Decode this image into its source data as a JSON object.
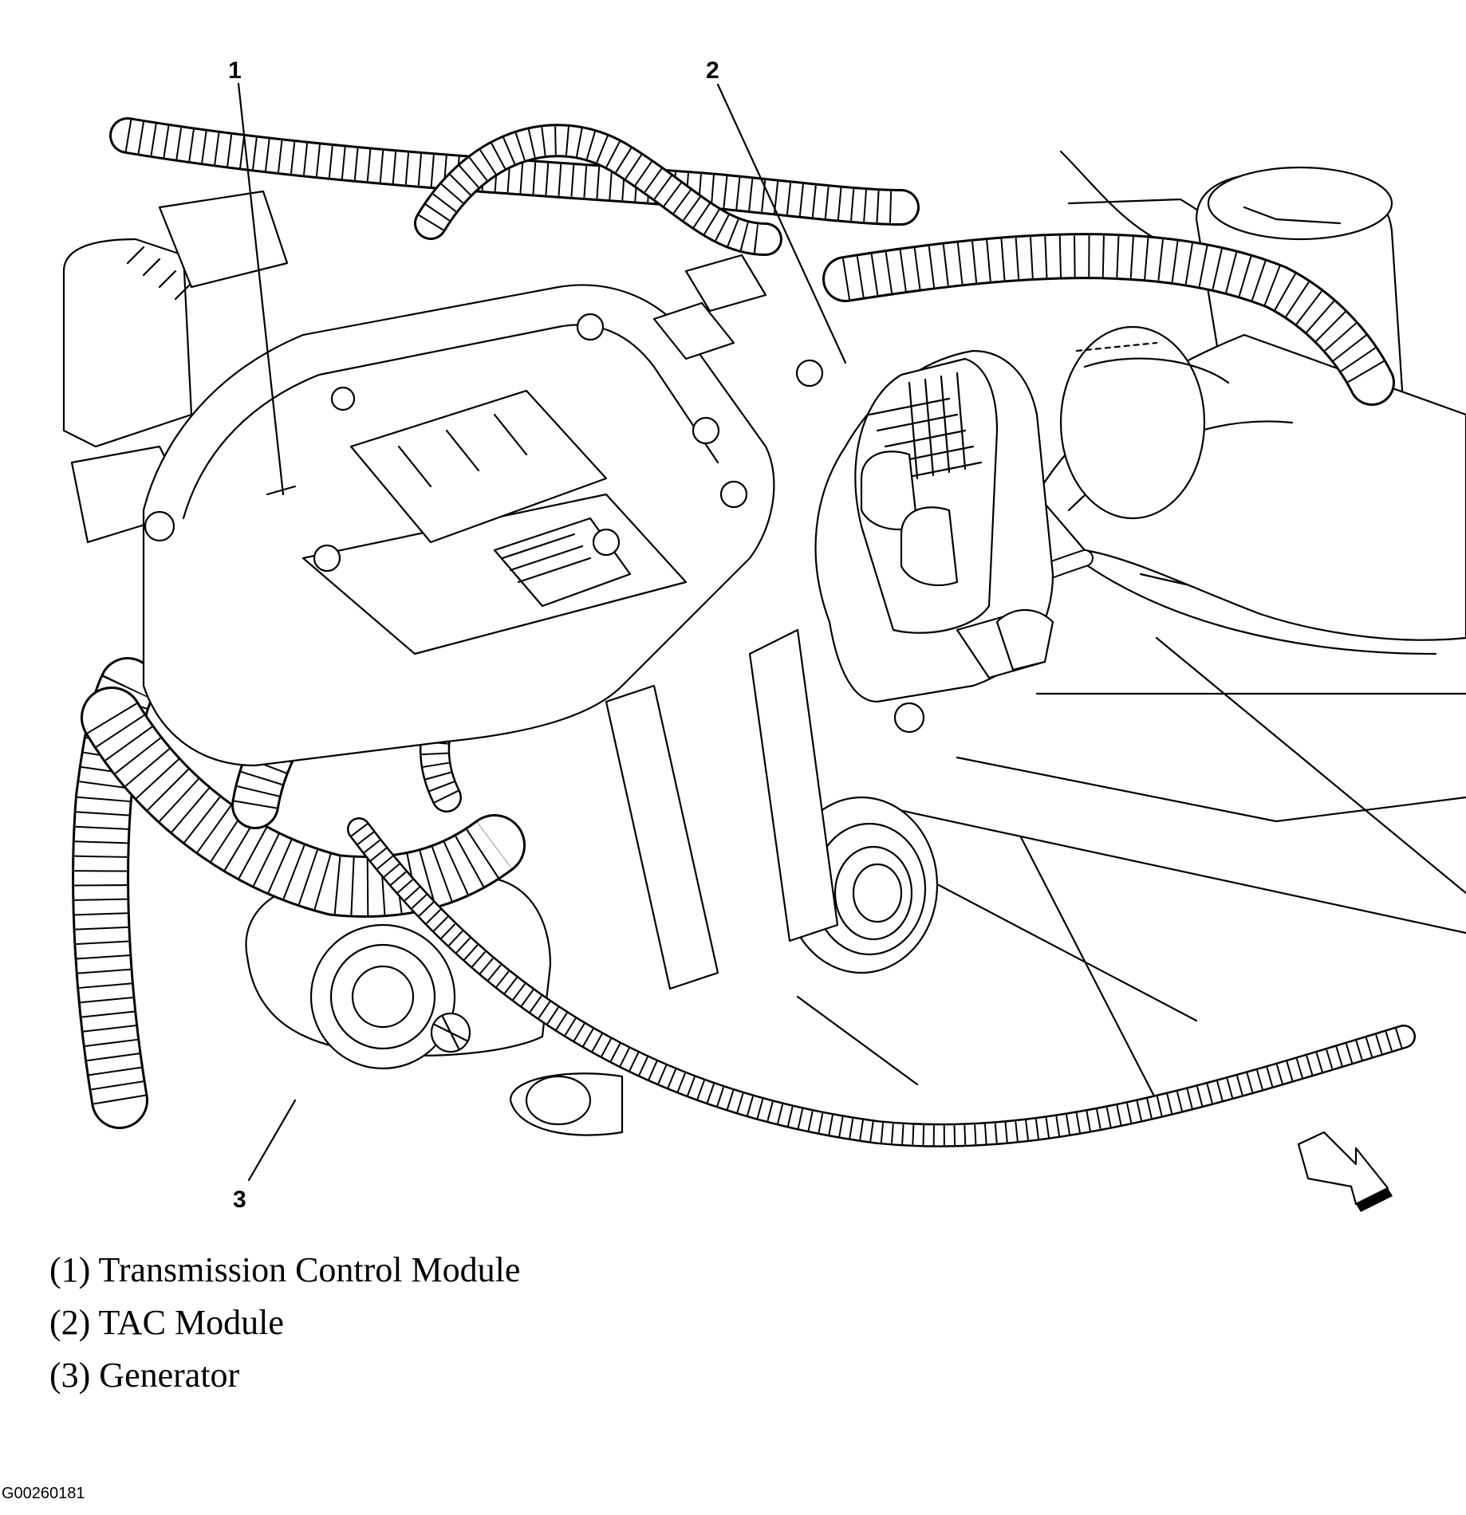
{
  "callouts": [
    {
      "number": "1",
      "label": "Transmission Control Module"
    },
    {
      "number": "2",
      "label": "TAC Module"
    },
    {
      "number": "3",
      "label": "Generator"
    }
  ],
  "legend": [
    "(1) Transmission Control Module",
    "(2) TAC Module",
    "(3) Generator"
  ],
  "figure_id": "G00260181",
  "icons": [
    "forward-direction-arrow-icon"
  ]
}
